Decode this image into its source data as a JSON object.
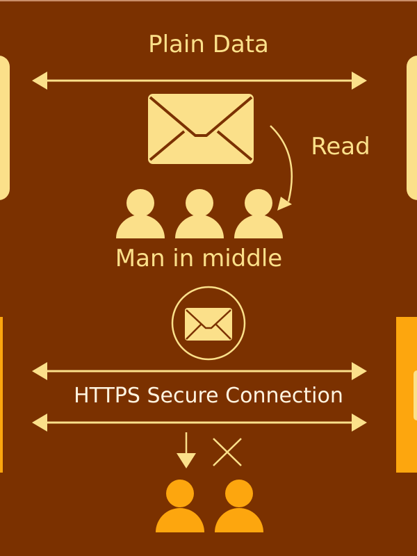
{
  "diagram": {
    "title_plain": "Plain Data",
    "read_label": "Read",
    "mitm_label": "Man in middle",
    "https_label": "HTTPS Secure Connection",
    "icons": {
      "plain_envelope": "envelope-icon",
      "mitm_people": [
        "person-icon",
        "person-icon",
        "person-icon"
      ],
      "secure_envelope": "envelope-in-circle-icon",
      "down_arrow": "down-arrow-icon",
      "blocked": "x-mark-icon",
      "recipients": [
        "person-icon",
        "person-icon"
      ]
    },
    "colors": {
      "background": "#7B3100",
      "cream": "#FBE08A",
      "orange": "#FDA60E",
      "https_text": "#FFF4E0"
    }
  }
}
